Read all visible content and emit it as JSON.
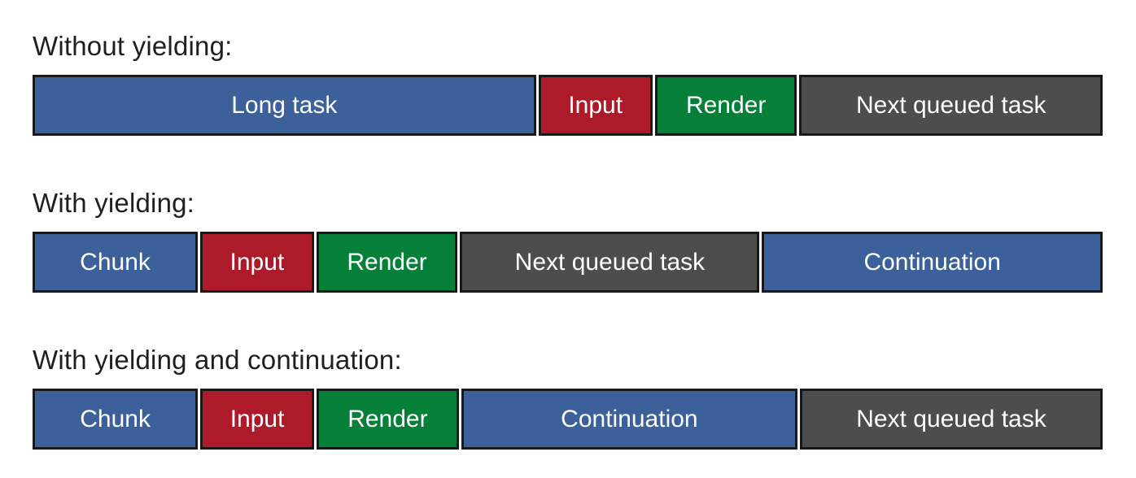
{
  "colors": {
    "blue": "#3B609A",
    "red": "#AD1B2B",
    "green": "#068039",
    "gray": "#4D4D4D",
    "border": "#191919",
    "background": "#FFFFFF",
    "heading_text": "#1F1F1F",
    "segment_text": "#FFFFFF"
  },
  "scenarios": [
    {
      "heading": "Without yielding:",
      "segments": [
        {
          "label": "Long task",
          "color": "blue",
          "weight": 625
        },
        {
          "label": "Input",
          "color": "red",
          "weight": 137
        },
        {
          "label": "Render",
          "color": "green",
          "weight": 172
        },
        {
          "label": "Next queued task",
          "color": "gray",
          "weight": 374
        }
      ]
    },
    {
      "heading": "With yielding:",
      "segments": [
        {
          "label": "Chunk",
          "color": "blue",
          "weight": 202
        },
        {
          "label": "Input",
          "color": "red",
          "weight": 137
        },
        {
          "label": "Render",
          "color": "green",
          "weight": 172
        },
        {
          "label": "Next queued task",
          "color": "gray",
          "weight": 371
        },
        {
          "label": "Continuation",
          "color": "blue",
          "weight": 423
        }
      ]
    },
    {
      "heading": "With yielding and continuation:",
      "segments": [
        {
          "label": "Chunk",
          "color": "blue",
          "weight": 202
        },
        {
          "label": "Input",
          "color": "red",
          "weight": 137
        },
        {
          "label": "Render",
          "color": "green",
          "weight": 173
        },
        {
          "label": "Continuation",
          "color": "blue",
          "weight": 417
        },
        {
          "label": "Next queued task",
          "color": "gray",
          "weight": 375
        }
      ]
    }
  ]
}
